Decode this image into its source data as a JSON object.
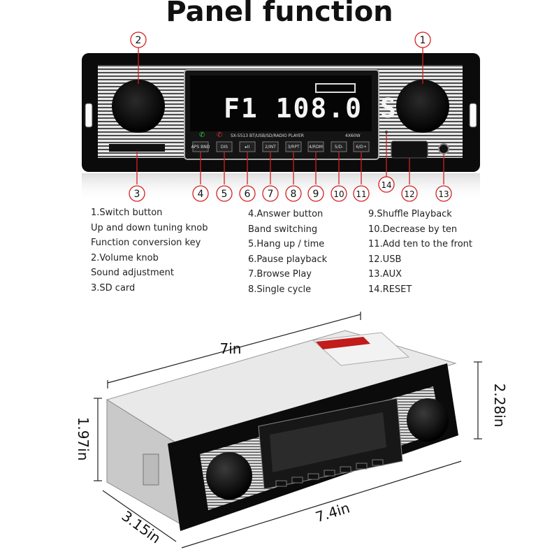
{
  "title": "Panel function",
  "device": {
    "display_text": "F1 108.0 S",
    "model_line": "SX-5513  BT/USB/SD/RADIO PLAYER",
    "power_rating": "4X60W",
    "buttons": [
      "APS BND",
      "DIS",
      "▸II",
      "2/INT",
      "3/RPT",
      "4/RDM",
      "5/D-",
      "6/D+"
    ]
  },
  "callouts": [
    "1",
    "2",
    "3",
    "4",
    "5",
    "6",
    "7",
    "8",
    "9",
    "10",
    "11",
    "12",
    "13",
    "14"
  ],
  "legend": {
    "col1": [
      "1.Switch button\n  Up and down tuning knob\n  Function conversion key",
      "2.Volume knob\n  Sound adjustment",
      "3.SD card"
    ],
    "col2": [
      "4.Answer button\n  Band switching",
      "5.Hang up / time",
      "6.Pause playback",
      "7.Browse Play",
      "8.Single cycle"
    ],
    "col3": [
      "9.Shuffle Playback",
      "10.Decrease by ten",
      "11.Add ten to the front",
      "12.USB",
      "13.AUX",
      "14.RESET"
    ]
  },
  "dimensions": {
    "width_top": "7in",
    "height_left": "1.97in",
    "height_right": "2.28in",
    "depth": "3.15in",
    "front_width": "7.4in"
  },
  "colors": {
    "callout_red": "#d22020",
    "panel_black": "#0b0b0b"
  }
}
